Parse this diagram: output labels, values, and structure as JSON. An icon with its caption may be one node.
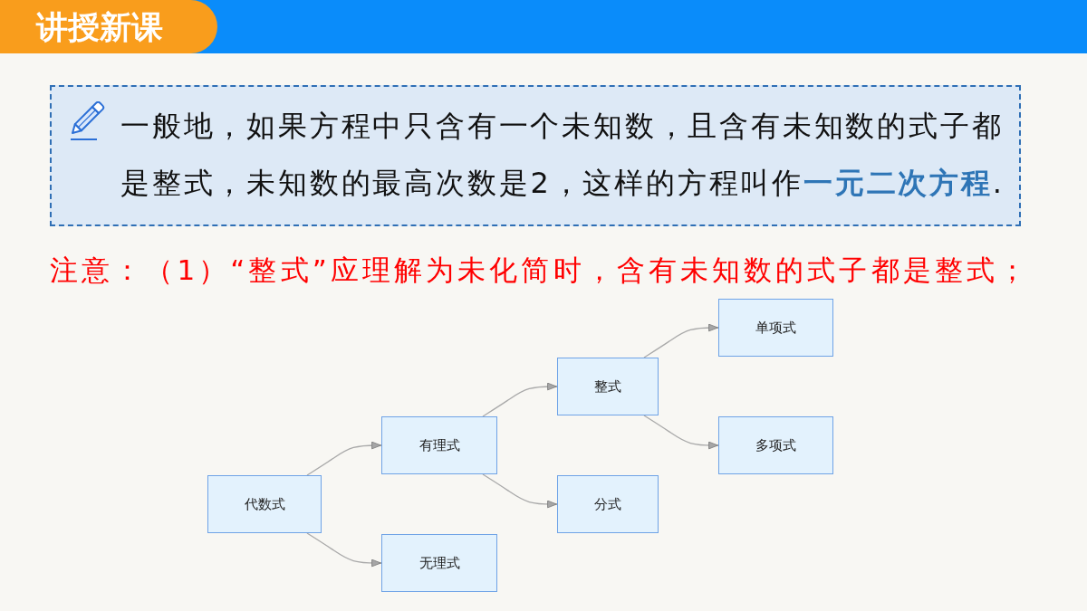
{
  "diagram": {
    "title": "讲授新课",
    "nodes": [
      {
        "text": [
          "一般地，如果方程中只含有一个未知数，且含有未知数的式子都是整式，未知数的最高次数是2，这样的方程叫作**一元二次方程**."
        ]
      },
      {
        "text": [
          "代数式"
        ]
      },
      {
        "text": [
          "有理式"
        ]
      },
      {
        "text": [
          "无理式"
        ]
      },
      {
        "text": [
          "整式"
        ]
      },
      {
        "text": [
          "分式"
        ]
      },
      {
        "text": [
          "单项式"
        ]
      },
      {
        "text": [
          "多项式"
        ]
      }
    ],
    "edges": [
      {
        "from": 1,
        "to": 2,
        "arrow": "to"
      },
      {
        "from": 1,
        "to": 3,
        "arrow": "to"
      },
      {
        "from": 2,
        "to": 4,
        "arrow": "to"
      },
      {
        "from": 2,
        "to": 5,
        "arrow": "to"
      },
      {
        "from": 4,
        "to": 6,
        "arrow": "to"
      },
      {
        "from": 4,
        "to": 7,
        "arrow": "to"
      }
    ],
    "labels": [
      "注意：（1）“整式”应理解为未化简时，含有未知数的式子都是整式；"
    ]
  }
}
